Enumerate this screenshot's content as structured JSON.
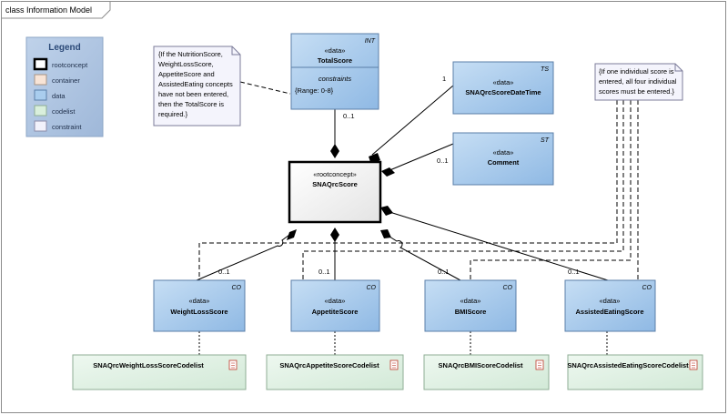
{
  "frame": {
    "title": "class Information Model"
  },
  "legend": {
    "title": "Legend",
    "items": [
      {
        "label": "rootconcept",
        "color": "#ffffff"
      },
      {
        "label": "container",
        "color": "#f8e4d6"
      },
      {
        "label": "data",
        "color": "#a9cdee"
      },
      {
        "label": "codelist",
        "color": "#d9efdc"
      },
      {
        "label": "constraint",
        "color": "#f2f2fb"
      }
    ]
  },
  "notes": {
    "total": {
      "lines": [
        "{If the NutritionScore,",
        "WeightLossScore,",
        "AppetiteScore and",
        "AssistedEating concepts",
        "have not been entered,",
        "then the TotalScore is",
        "required.}"
      ]
    },
    "individual": {
      "lines": [
        "{If one individual score is",
        "entered, all four individual",
        "scores must be entered.}"
      ]
    }
  },
  "classes": {
    "total": {
      "stereotype": "«data»",
      "name": "TotalScore",
      "type": "INT",
      "section": "constraints",
      "constraint": "{Range: 0-8}"
    },
    "datetime": {
      "stereotype": "«data»",
      "name": "SNAQrcScoreDateTime",
      "type": "TS"
    },
    "comment": {
      "stereotype": "«data»",
      "name": "Comment",
      "type": "ST"
    },
    "root": {
      "stereotype": "«rootconcept»",
      "name": "SNAQrcScore"
    },
    "weight": {
      "stereotype": "«data»",
      "name": "WeightLossScore",
      "type": "CO"
    },
    "appetite": {
      "stereotype": "«data»",
      "name": "AppetiteScore",
      "type": "CO"
    },
    "bmi": {
      "stereotype": "«data»",
      "name": "BMIScore",
      "type": "CO"
    },
    "assisted": {
      "stereotype": "«data»",
      "name": "AssistedEatingScore",
      "type": "CO"
    }
  },
  "codelists": {
    "weight": {
      "name": "SNAQrcWeightLossScoreCodelist"
    },
    "appetite": {
      "name": "SNAQrcAppetiteScoreCodelist"
    },
    "bmi": {
      "name": "SNAQrcBMIScoreCodelist"
    },
    "assisted": {
      "name": "SNAQrcAssistedEatingScoreCodelist"
    }
  },
  "multiplicities": {
    "total": "0..1",
    "datetime": "1",
    "comment": "0..1",
    "weight": "0..1",
    "appetite": "0..1",
    "bmi": "0..1",
    "assisted": "0..1"
  },
  "colors": {
    "data_fill": "#a9cdee",
    "data_stroke": "#5b7fa8",
    "codelist_fill": "#dcefe0",
    "codelist_stroke": "#8fae95",
    "note_fill": "#f4f4fc",
    "legend_fill": "#b0c6e2"
  }
}
